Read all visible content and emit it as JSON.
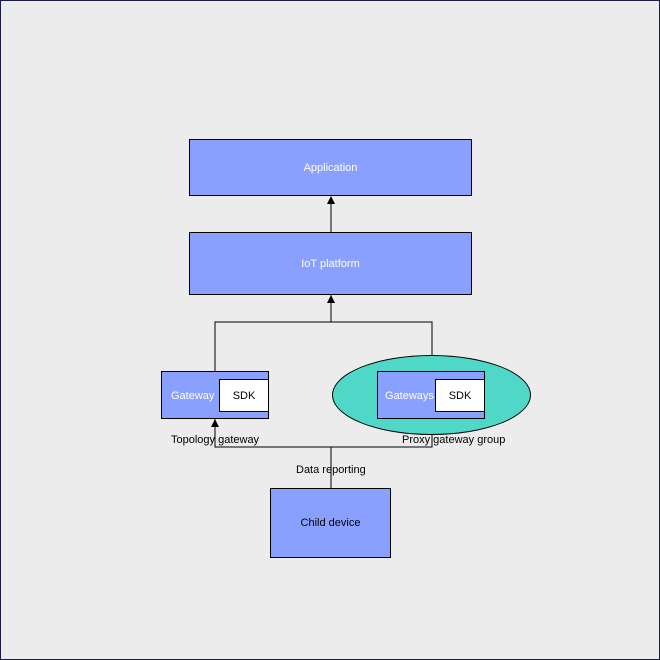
{
  "diagram": {
    "application": "Application",
    "iot_platform": "IoT platform",
    "gateway": "Gateway",
    "gateway_sdk": "SDK",
    "gateways": "Gateways",
    "gateways_sdk": "SDK",
    "topology_gateway": "Topology gateway",
    "proxy_gateway_group": "Proxy gateway group",
    "data_reporting": "Data reporting",
    "child_device": "Child device"
  },
  "colors": {
    "box_fill": "#8aa0ff",
    "ellipse_fill": "#4fd8c8",
    "background": "#ececec"
  }
}
